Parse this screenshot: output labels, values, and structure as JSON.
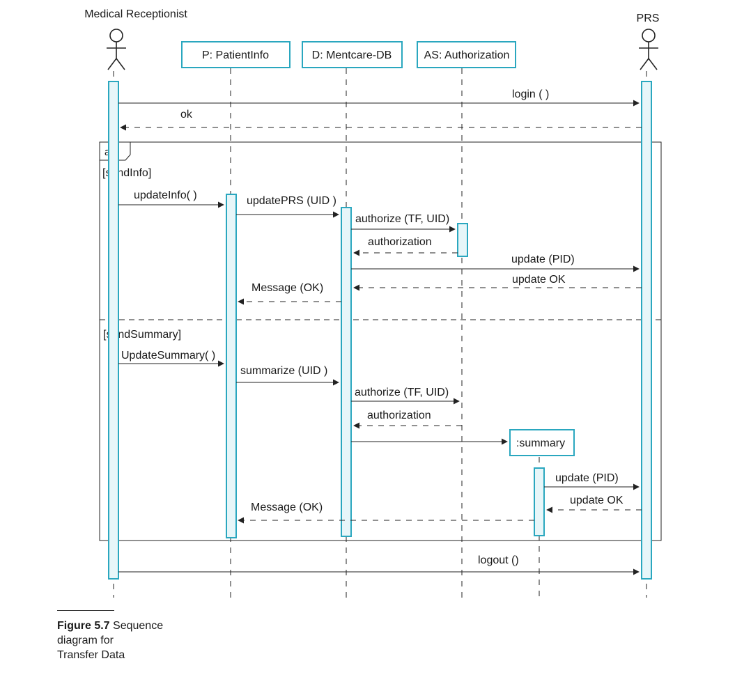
{
  "actors": {
    "receptionist": "Medical Receptionist",
    "prs": "PRS"
  },
  "objects": {
    "patient_info": "P: PatientInfo",
    "mentcare_db": "D: Mentcare-DB",
    "authorization": "AS: Authorization",
    "summary": ":summary"
  },
  "fragment": {
    "operator": "alt",
    "guard1": "[sendInfo]",
    "guard2": "[sendSummary]"
  },
  "messages": {
    "login": "login ( )",
    "ok": "ok",
    "update_info": "updateInfo( )",
    "update_prs": "updatePRS (UID )",
    "authorize1": "authorize (TF, UID)",
    "authorization1": "authorization",
    "update_pid1": "update (PID)",
    "update_ok1": "update OK",
    "message_ok1": "Message (OK)",
    "update_summary": "UpdateSummary( )",
    "summarize": "summarize (UID )",
    "authorize2": "authorize (TF, UID)",
    "authorization2": "authorization",
    "update_pid2": "update (PID)",
    "update_ok2": "update OK",
    "message_ok2": "Message (OK)",
    "logout": "logout ()"
  },
  "caption": {
    "figure_number": "Figure 5.7",
    "text_line1": "Sequence",
    "text_line2": "diagram for",
    "text_line3": "Transfer Data"
  },
  "colors": {
    "accent": "#2aa7bf",
    "activation_fill": "#e7f6f9",
    "line": "#222222"
  }
}
